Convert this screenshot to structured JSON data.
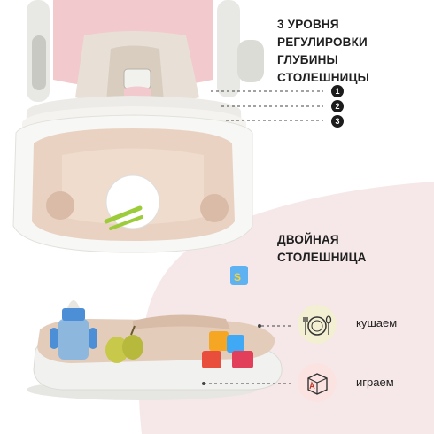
{
  "headings": {
    "depth_levels": [
      "3 уровня регулировки",
      "глубины столешницы"
    ],
    "double_tray": [
      "Двойная",
      "столешница"
    ]
  },
  "levels": [
    "1",
    "2",
    "3"
  ],
  "features": [
    {
      "label": "кушаем",
      "icon": "plate-fork-spoon-icon"
    },
    {
      "label": "играем",
      "icon": "toy-block-icon"
    }
  ],
  "colors": {
    "pink_background": "#f6e8e8",
    "tray_beige": "#e9d2c2",
    "tray_white": "#f2f2f0",
    "seat_pink": "#f2c9cc",
    "eat_circle": "#f3efd2",
    "play_circle": "#fbe3e1",
    "badge_dark": "#1c1c1c"
  }
}
